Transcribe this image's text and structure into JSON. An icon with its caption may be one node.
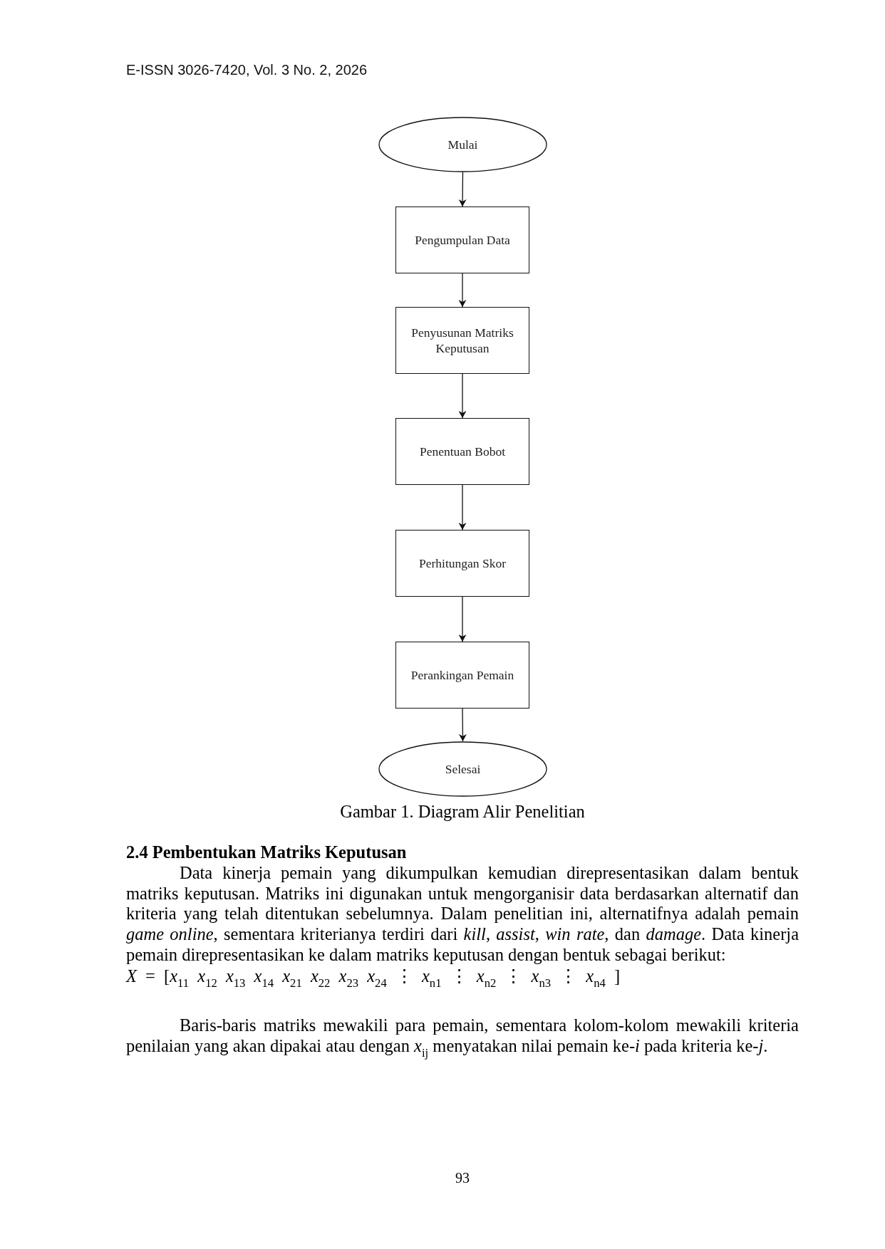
{
  "diagram": {
    "caption": "Gambar 1. Diagram Alir Penelitian",
    "nodes": [
      {
        "text": [
          "Mulai"
        ]
      },
      {
        "text": [
          "Pengumpulan Data"
        ]
      },
      {
        "text": [
          "Penyusunan Matriks Keputusan"
        ]
      },
      {
        "text": [
          "Penentuan Bobot"
        ]
      },
      {
        "text": [
          "Perhitungan Skor"
        ]
      },
      {
        "text": [
          "Perankingan Pemain"
        ]
      },
      {
        "text": [
          "Selesai"
        ]
      }
    ],
    "edges": [
      {
        "from": 0,
        "to": 1,
        "arrow": "to"
      },
      {
        "from": 1,
        "to": 2,
        "arrow": "to"
      },
      {
        "from": 2,
        "to": 3,
        "arrow": "to"
      },
      {
        "from": 3,
        "to": 4,
        "arrow": "to"
      },
      {
        "from": 4,
        "to": 5,
        "arrow": "to"
      },
      {
        "from": 5,
        "to": 6,
        "arrow": "to"
      }
    ],
    "labels": [
      "E-ISSN 3026-7420, Vol. 3 No. 2, 2026",
      "2.4 Pembentukan Matriks Keputusan",
      "Data kinerja pemain yang dikumpulkan kemudian direpresentasikan dalam bentuk matriks keputusan. Matriks ini digunakan untuk mengorganisir data berdasarkan alternatif dan kriteria yang telah ditentukan sebelumnya. Dalam penelitian ini, alternatifnya adalah pemain *game online*, sementara kriterianya terdiri dari *kill*, *assist*, *win rate*, dan *damage*. Data kinerja pemain direpresentasikan ke dalam matriks keputusan dengan bentuk sebagai berikut:",
      "*X* = [*x*$_{11}$ *x*$_{12}$ *x*$_{13}$ *x*$_{14}$ *x*$_{21}$ *x*$_{22}$ *x*$_{23}$ *x*$_{24}$ ⋮ *x*$_{n1}$ ⋮ *x*$_{n2}$ ⋮ *x*$_{n3}$ ⋮ *x*$_{n4}$ ]",
      "Baris-baris matriks mewakili para pemain, sementara kolom-kolom mewakili kriteria penilaian yang akan dipakai atau dengan *x*$_{ij}$ menyatakan nilai pemain ke-*i* pada kriteria ke-*j*.",
      "93"
    ]
  }
}
